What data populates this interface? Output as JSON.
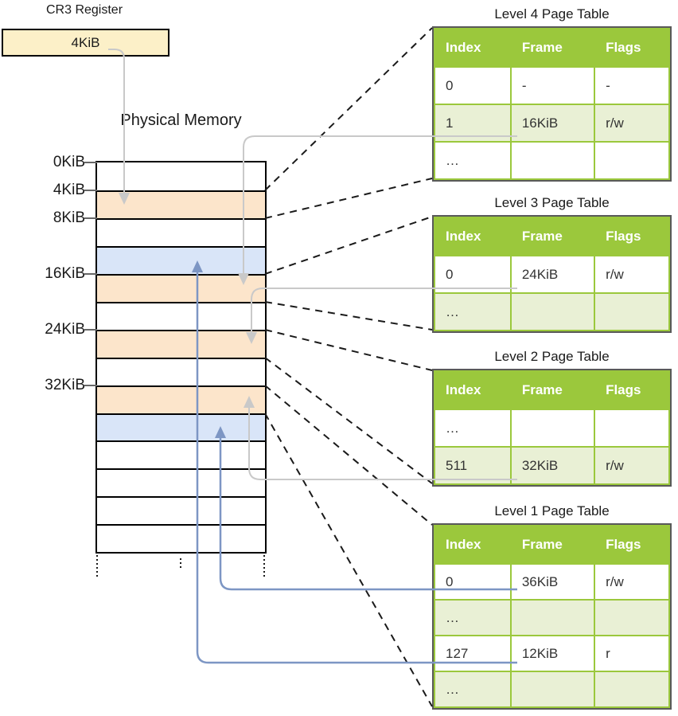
{
  "colors": {
    "header_green": "#9BC83C",
    "row_green": "#E9F0D5",
    "frame_orange": "#FCE5CB",
    "page_blue": "#D9E5F8",
    "cr3_fill": "#FCF0C8",
    "arrow_gray": "#C9C9C9",
    "arrow_blue": "#7D96C4"
  },
  "cr3": {
    "label": "CR3 Register",
    "value": "4KiB"
  },
  "physical_memory": {
    "title": "Physical Memory",
    "address_labels": [
      "0KiB",
      "4KiB",
      "8KiB",
      "16KiB",
      "24KiB",
      "32KiB"
    ],
    "rows": [
      "free",
      "page-table",
      "free",
      "mapped-page",
      "page-table",
      "free",
      "page-table",
      "free",
      "page-table",
      "mapped-page",
      "free",
      "free",
      "free",
      "free"
    ]
  },
  "table_headers": [
    "Index",
    "Frame",
    "Flags"
  ],
  "page_tables": [
    {
      "title": "Level 4 Page Table",
      "rows": [
        [
          "0",
          "-",
          "-"
        ],
        [
          "1",
          "16KiB",
          "r/w"
        ],
        [
          "…",
          "",
          ""
        ]
      ]
    },
    {
      "title": "Level 3 Page Table",
      "rows": [
        [
          "0",
          "24KiB",
          "r/w"
        ],
        [
          "…",
          "",
          ""
        ]
      ]
    },
    {
      "title": "Level 2 Page Table",
      "rows": [
        [
          "…",
          "",
          ""
        ],
        [
          "511",
          "32KiB",
          "r/w"
        ]
      ]
    },
    {
      "title": "Level 1 Page Table",
      "rows": [
        [
          "0",
          "36KiB",
          "r/w"
        ],
        [
          "…",
          "",
          ""
        ],
        [
          "127",
          "12KiB",
          "r"
        ],
        [
          "…",
          "",
          ""
        ]
      ]
    }
  ],
  "connections": [
    {
      "from": "CR3 register",
      "to": "4KiB frame",
      "color_role": "arrow_gray"
    },
    {
      "from": "Level 4 entry 1",
      "to": "16KiB frame",
      "color_role": "arrow_gray"
    },
    {
      "from": "Level 3 entry 0",
      "to": "24KiB frame",
      "color_role": "arrow_gray"
    },
    {
      "from": "Level 2 entry 511",
      "to": "32KiB frame",
      "color_role": "arrow_gray"
    },
    {
      "from": "Level 1 entry 0",
      "to": "36KiB frame",
      "color_role": "arrow_blue"
    },
    {
      "from": "Level 1 entry 127",
      "to": "12KiB frame",
      "color_role": "arrow_blue"
    }
  ]
}
